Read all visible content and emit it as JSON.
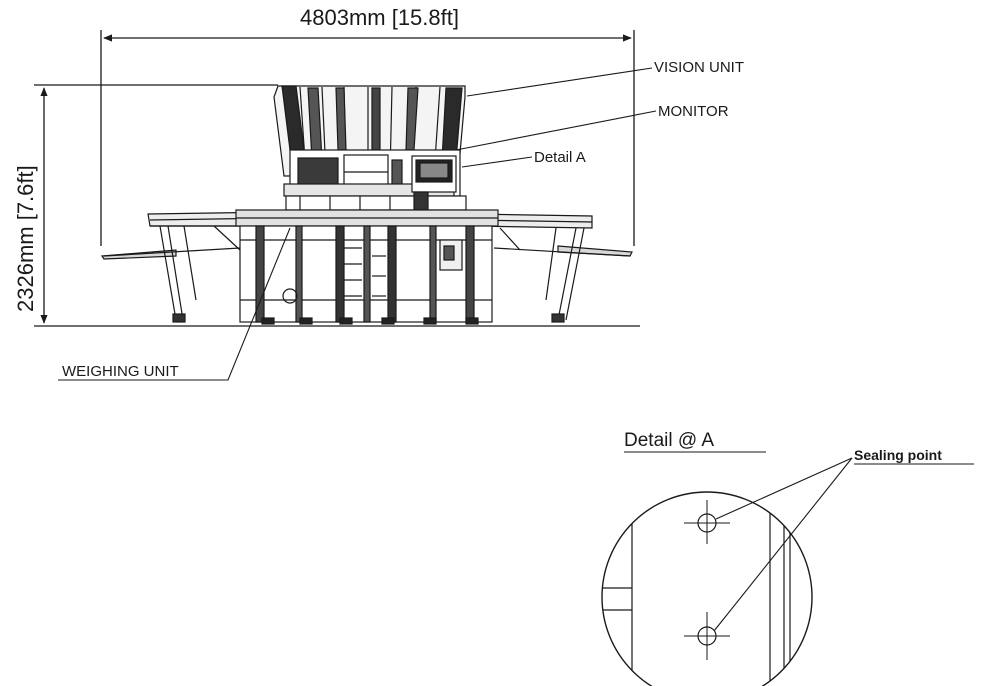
{
  "dimensions": {
    "width": "4803mm [15.8ft]",
    "height": "2326mm [7.6ft]"
  },
  "callouts": {
    "vision_unit": "VISION UNIT",
    "monitor": "MONITOR",
    "detail_ref": "Detail A",
    "weighing_unit": "WEIGHING UNIT"
  },
  "detail": {
    "title": "Detail @ A",
    "sealing_point": "Sealing point"
  },
  "colors": {
    "line": "#1a1a1a",
    "background": "#ffffff"
  }
}
